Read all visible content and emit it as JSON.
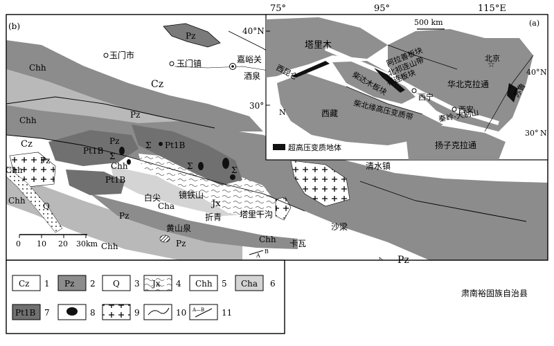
{
  "top_axis": {
    "lon_75": "75°",
    "lon_95": "95°",
    "lon_115": "115°E"
  },
  "main_map": {
    "panel_label": "(b)",
    "scale_ticks": [
      "0",
      "10",
      "20",
      "30km"
    ],
    "labels": {
      "pz_north": "Pz",
      "yumen_city": "玉门市",
      "yumen_town": "玉门镇",
      "jiayuguan": "嘉峪关",
      "jiuquan": "酒泉",
      "cz_center": "Cz",
      "chh_nw": "Chh",
      "chh_w2": "Chh",
      "pz_mid": "Pz",
      "cz_west": "Cz",
      "pz_w1": "Pz",
      "pt1b_1": "Pt1B",
      "pz_w2": "Pz",
      "pt1b_east": "Pt1B",
      "chh_w3": "Chh",
      "sigma_1": "Σ",
      "sigma_2": "Σ",
      "sigma_3": "Σ",
      "sigma_4": "Σ",
      "chh_center": "Chh",
      "pt1b_2": "Pt1B",
      "chh_w4": "Chh",
      "q_label": "Q",
      "baijian": "白尖",
      "jingtieshan": "镜铁山",
      "jx": "Jx",
      "cha": "Cha",
      "pz_sw": "Pz",
      "zheqing": "折青",
      "taligangou": "塔里干沟",
      "huangshanquan": "黄山泉",
      "pz_hs": "Pz",
      "chh_s": "Chh",
      "chh_kawa": "Chh",
      "kawa": "卡瓦",
      "shaliang": "沙梁",
      "qingshuizhen": "清水镇",
      "pz_se": "Pz",
      "sunan": "肃南裕固族自治县",
      "section_a": "A",
      "section_b": "B"
    }
  },
  "inset_map": {
    "panel_label": "(a)",
    "lat_40": "40°N",
    "lat_30": "30°",
    "lat_40_right": "40°",
    "lat_30_right": "30°",
    "north_right_1": "N",
    "north_right_2": "N",
    "north_left": "N",
    "scale": "500 km",
    "tarim": "塔里木",
    "west_kunlun": "西昆仑",
    "alxa": "阿拉善板块",
    "north_qilian": "北祁连山带",
    "qilian_block": "祁连板块",
    "qaidam": "柴达木板块",
    "beijing": "北京",
    "north_china": "华北克拉通",
    "xining": "西宁",
    "tibet": "西藏",
    "uhp_belt": "柴北缘高压变质带",
    "xian": "西安",
    "qinling": "秦岭-大别山",
    "sulu": "苏鲁",
    "yangtze": "扬子克拉通",
    "legend_uhp": "超高压变质地体"
  },
  "legend": {
    "items": [
      {
        "code": "Cz",
        "num": "1"
      },
      {
        "code": "Pz",
        "num": "2"
      },
      {
        "code": "Q",
        "num": "3"
      },
      {
        "code": "Jx",
        "num": "4"
      },
      {
        "code": "Chh",
        "num": "5"
      },
      {
        "code": "Cha",
        "num": "6"
      },
      {
        "code": "Pt1B",
        "num": "7"
      },
      {
        "code": "",
        "num": "8"
      },
      {
        "code": "",
        "num": "9"
      },
      {
        "code": "",
        "num": "10"
      },
      {
        "code": "A—B",
        "num": "11"
      }
    ]
  },
  "colors": {
    "pz": "#8c8c8c",
    "pz_dark": "#7a7a7a",
    "chh": "#b9b9b9",
    "cha": "#d4d4d4",
    "pt1b": "#707070",
    "uhp": "#111111",
    "inset_fill": "#8f8f8f"
  }
}
